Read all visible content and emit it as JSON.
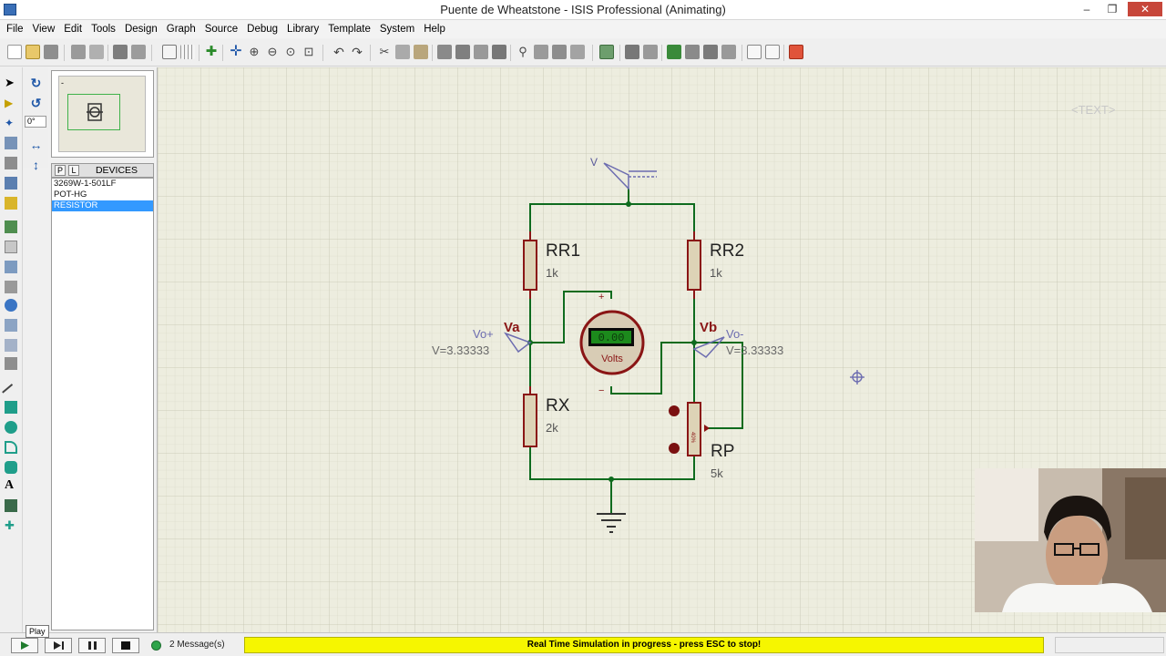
{
  "window": {
    "title": "Puente de Wheatstone - ISIS Professional (Animating)",
    "minimize": "–",
    "restore": "❐",
    "close": "✕"
  },
  "menu": [
    "File",
    "View",
    "Edit",
    "Tools",
    "Design",
    "Graph",
    "Source",
    "Debug",
    "Library",
    "Template",
    "System",
    "Help"
  ],
  "left_panel": {
    "rotation_value": "0°",
    "tab_p": "P",
    "tab_l": "L",
    "devices_label": "DEVICES",
    "devices": [
      "3269W-1-501LF",
      "POT-HG",
      "RESISTOR"
    ],
    "selected_device": 2
  },
  "schematic": {
    "text_placeholder": "<TEXT>",
    "source_label": "V",
    "rr1_name": "RR1",
    "rr1_value": "1k",
    "rr2_name": "RR2",
    "rr2_value": "1k",
    "rx_name": "RX",
    "rx_value": "2k",
    "rp_name": "RP",
    "rp_value": "5k",
    "rp_percent": "40%",
    "node_a": "Va",
    "node_b": "Vb",
    "probe_a_label": "Vo+",
    "probe_a_value": "V=3.33333",
    "probe_b_label": "Vo-",
    "probe_b_value": "V=3.33333",
    "voltmeter_reading": "0.00",
    "voltmeter_unit": "Volts",
    "plus_sign": "+",
    "minus_sign": "−"
  },
  "statusbar": {
    "messages": "2 Message(s)",
    "simulation_status": "Real Time Simulation in progress - press ESC to stop!",
    "play_tooltip": "Play"
  }
}
